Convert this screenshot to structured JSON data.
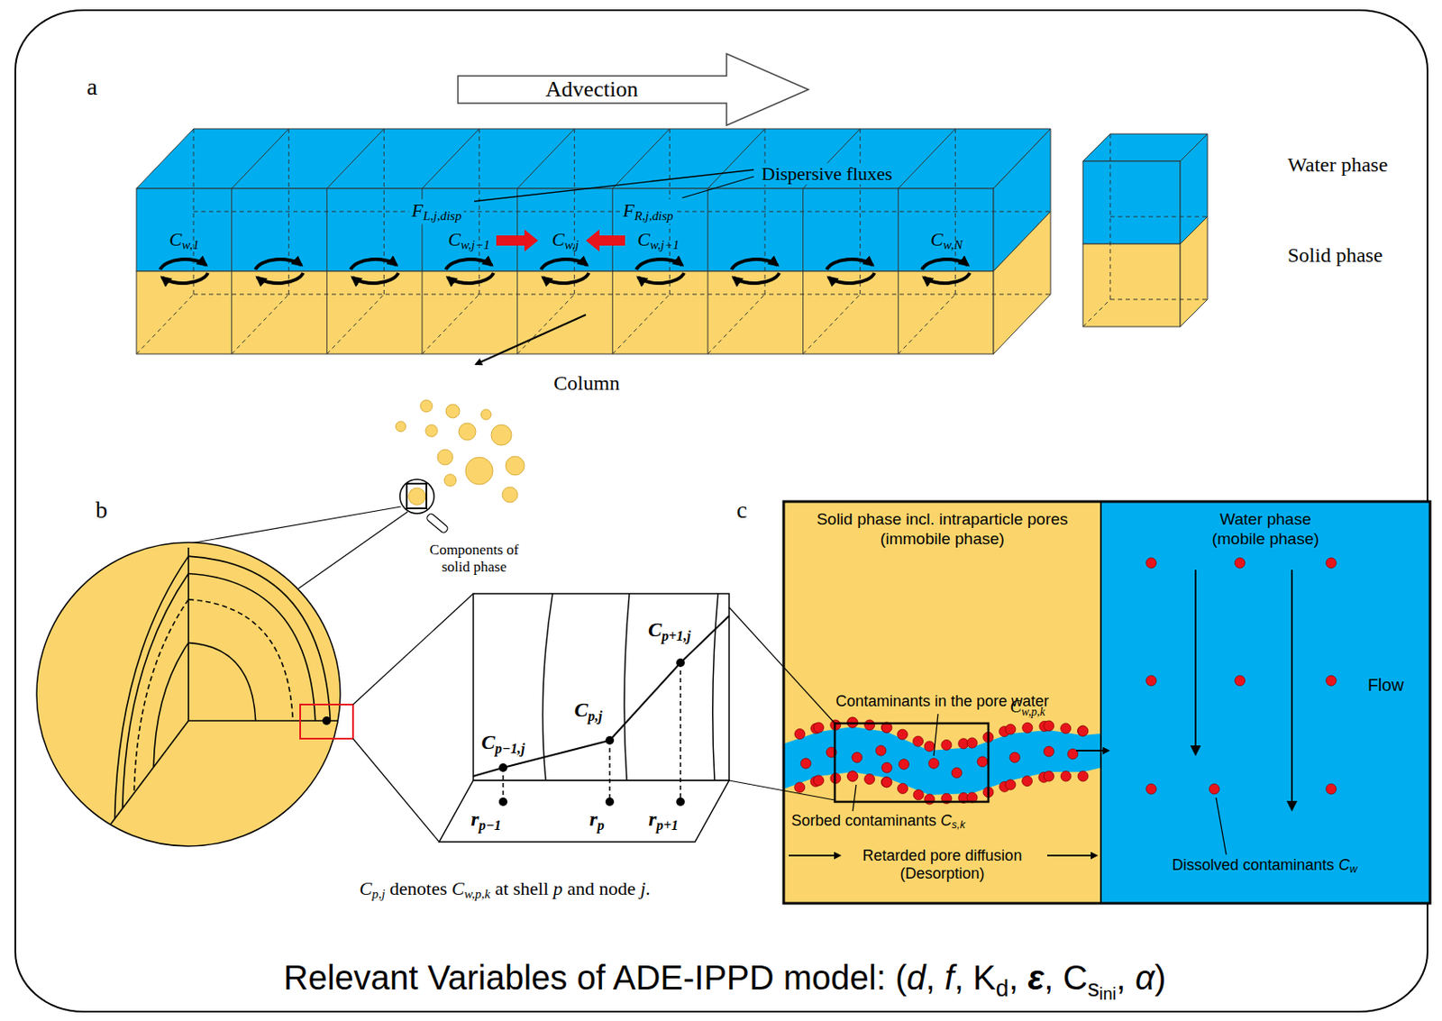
{
  "diagram": {
    "caption": "Relevant Variables of ADE-IPPD model: (d, f, Kd, ε, Csini, α)",
    "nodes": [
      {
        "text": [
          "Advection"
        ]
      },
      {
        "text": [
          "Solid phase incl. intraparticle pores (immobile phase)"
        ]
      },
      {
        "text": [
          "Water phase (mobile phase)"
        ]
      }
    ],
    "labels": [
      "a",
      "Dispersive fluxes",
      "FL,j,disp",
      "FR,j,disp",
      "Cw,1",
      "Cw,j−1",
      "Cw,j",
      "Cw,j+1",
      "Cw,N",
      "Water phase",
      "Solid phase",
      "Column",
      "Components of solid phase",
      "b",
      "c",
      "Cp−1,j",
      "Cp,j",
      "Cp+1,j",
      "rp−1",
      "rp",
      "rp+1",
      "Cp,j denotes Cw,p,k at shell p and node j.",
      "Contaminants in the pore water",
      "Cw,p,k",
      "Sorbed contaminants Cs,k",
      "Retarded pore diffusion (Desorption)",
      "Flow",
      "Dissolved contaminants Cw"
    ]
  }
}
